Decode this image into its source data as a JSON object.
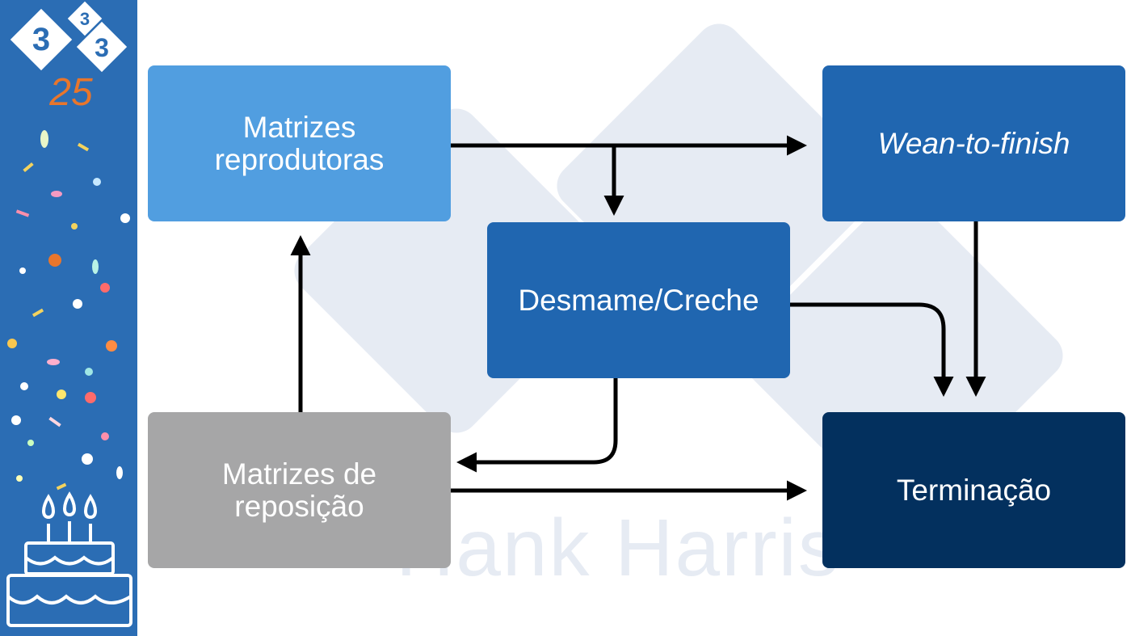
{
  "logo": {
    "digits": [
      "3",
      "3",
      "3"
    ],
    "anniversary": "25"
  },
  "watermark": {
    "text": "Hank Harris"
  },
  "nodes": {
    "matrizes": {
      "line1": "Matrizes",
      "line2": "reprodutoras"
    },
    "wean": {
      "label": "Wean-to-finish"
    },
    "desmame": {
      "label": "Desmame/Creche"
    },
    "reposicao": {
      "line1": "Matrizes de",
      "line2": "reposição"
    },
    "terminacao": {
      "label": "Terminação"
    }
  },
  "colors": {
    "sidebar": "#2b6db4",
    "matrizes": "#519ee0",
    "wean": "#2066b0",
    "desmame": "#2066b0",
    "reposicao": "#a6a6a7",
    "terminacao": "#03305e",
    "arrow": "#000000",
    "watermark": "#e6ebf3",
    "logo_accent": "#e8762c"
  }
}
